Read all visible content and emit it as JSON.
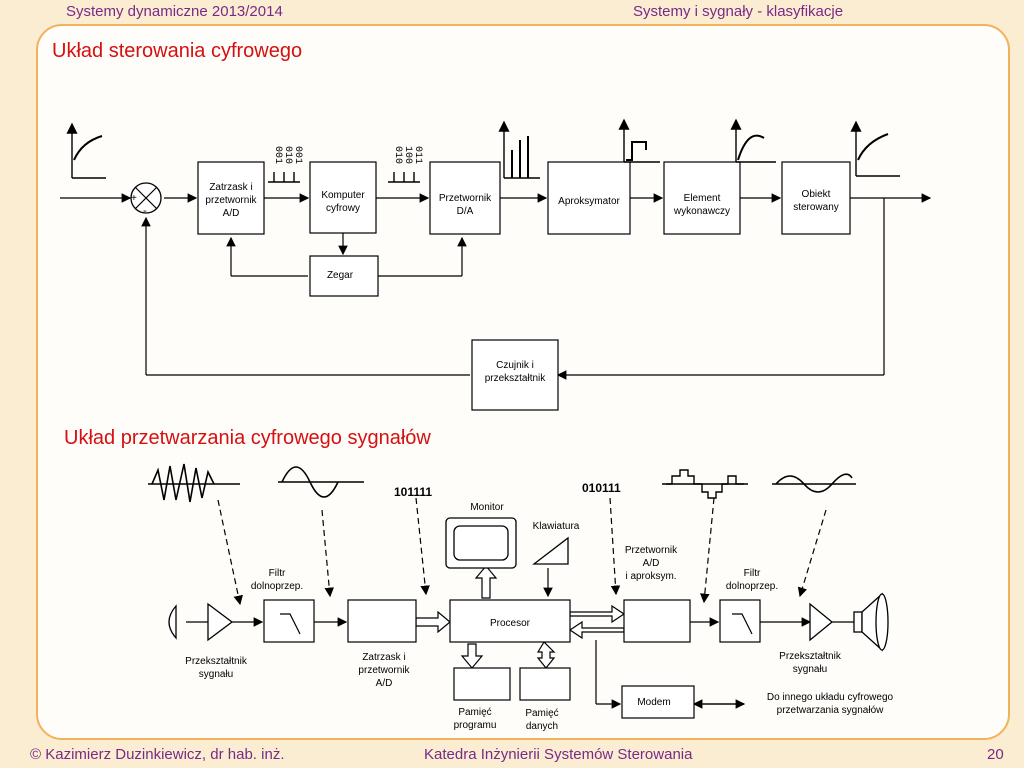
{
  "header": {
    "left": "Systemy dynamiczne 2013/2014",
    "right": "Systemy i sygnały - klasyfikacje"
  },
  "footer": {
    "author": "Kazimierz Duzinkiewicz, dr hab. inż.",
    "dept": "Katedra Inżynierii Systemów Sterowania",
    "page": "20",
    "copyright": "©"
  },
  "diagram1": {
    "title": "Układ sterowania cyfrowego",
    "adc": [
      "Zatrzask i",
      "przetwornik",
      "A/D"
    ],
    "computer": [
      "Komputer",
      "cyfrowy"
    ],
    "dac": [
      "Przetwornik",
      "D/A"
    ],
    "approx": "Aproksymator",
    "actuator": [
      "Element",
      "wykonawczy"
    ],
    "plant": [
      "Obiekt",
      "sterowany"
    ],
    "clock": "Zegar",
    "sensor": [
      "Czujnik i",
      "przekształtnik"
    ],
    "bits1": [
      "001",
      "010",
      "001"
    ],
    "bits2": [
      "010",
      "100",
      "011"
    ],
    "plus": "+",
    "minus": "-"
  },
  "diagram2": {
    "title": "Układ przetwarzania cyfrowego sygnałów",
    "bits_in": "101111",
    "bits_out": "010111",
    "monitor": "Monitor",
    "keyboard": "Klawiatura",
    "filter_in": [
      "Filtr",
      "dolnoprzep."
    ],
    "filter_out": [
      "Filtr",
      "dolnoprzep."
    ],
    "adc_out": [
      "Przetwornik",
      "A/D",
      "i aproksym."
    ],
    "processor": "Procesor",
    "transducer_in": [
      "Przekształtnik",
      "sygnału"
    ],
    "latch_adc": [
      "Zatrzask i",
      "przetwornik",
      "A/D"
    ],
    "prog_mem": [
      "Pamięć",
      "programu"
    ],
    "data_mem": [
      "Pamięć",
      "danych"
    ],
    "modem": "Modem",
    "transducer_out": [
      "Przekształtnik",
      "sygnału"
    ],
    "other_system": [
      "Do innego układu cyfrowego",
      "przetwarzania sygnałów"
    ]
  }
}
